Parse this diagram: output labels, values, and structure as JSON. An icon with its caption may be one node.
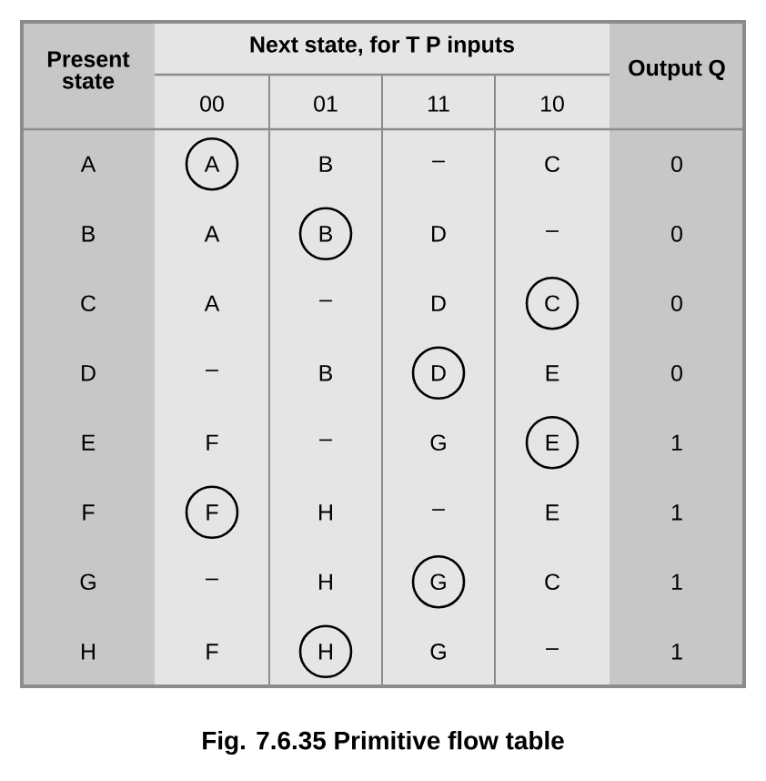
{
  "diagram": {
    "caption": "Fig. 7.6.35 Primitive flow table",
    "nodes": [
      {
        "text": [
          "A"
        ]
      },
      {
        "text": [
          "B"
        ]
      },
      {
        "text": [
          "C"
        ]
      },
      {
        "text": [
          "D"
        ]
      },
      {
        "text": [
          "E"
        ]
      },
      {
        "text": [
          "F"
        ]
      },
      {
        "text": [
          "G"
        ]
      },
      {
        "text": [
          "H"
        ]
      }
    ],
    "labels": [
      "Present state",
      "Next state, for T P inputs",
      "Output Q",
      "00",
      "01",
      "11",
      "10",
      "A",
      "B",
      "–",
      "C",
      "0",
      "B",
      "A",
      "D",
      "–",
      "0",
      "C",
      "A",
      "–",
      "D",
      "0",
      "D",
      "–",
      "B",
      "E",
      "0",
      "E",
      "F",
      "–",
      "G",
      "1",
      "F",
      "H",
      "–",
      "E",
      "1",
      "G",
      "–",
      "H",
      "C",
      "1",
      "H",
      "F",
      "G",
      "–",
      "1"
    ]
  }
}
